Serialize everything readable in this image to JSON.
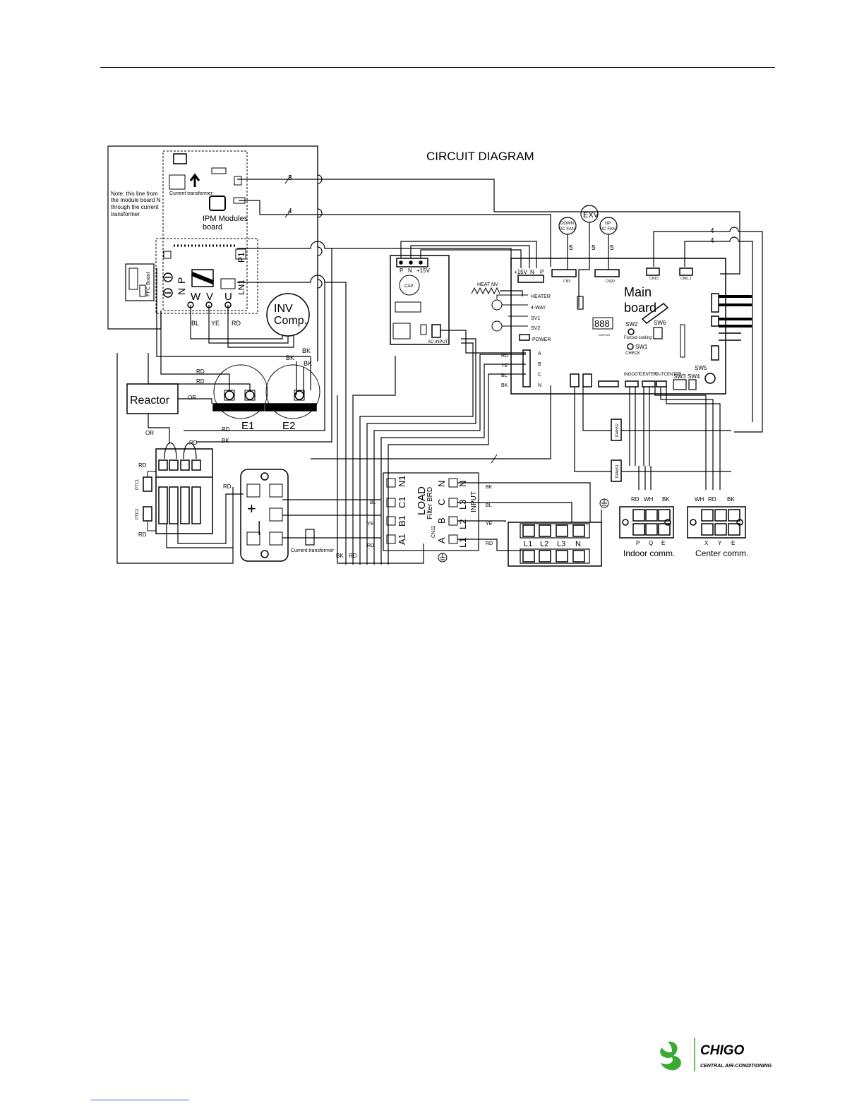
{
  "diagram": {
    "title": "CIRCUIT DIAGRAM",
    "note": [
      "Note: this line from",
      "the module board N",
      "through the current",
      "transformer"
    ],
    "ipm_board": {
      "label": [
        "IPM Modules",
        "board"
      ],
      "current_transformer": "Current transformer",
      "terminals_top": [
        "N",
        "P",
        "LN1",
        "P1"
      ],
      "phases": [
        "W",
        "V",
        "U"
      ],
      "pfc_board": "PFC Board",
      "wire_labels": [
        "BL",
        "YE",
        "RD"
      ]
    },
    "compressor": [
      "INV",
      "Comp."
    ],
    "reactor": "Reactor",
    "e_terminals": [
      "E1",
      "E2"
    ],
    "power_module": {
      "labels": [
        "P",
        "N",
        "+15V"
      ],
      "cap": "CAP",
      "ac_input": "AC-INPUT"
    },
    "heat_nv": "HEAT NV",
    "main_board": {
      "label": [
        "Main",
        "board"
      ],
      "outputs": [
        "HEATER",
        "4-WAY",
        "SV1",
        "SV2",
        "POWER"
      ],
      "power_terminals": [
        "A",
        "B",
        "C",
        "N"
      ],
      "top_pins": [
        "+15V",
        "N",
        "P"
      ],
      "connectors": [
        "CN3",
        "CN20",
        "CN15",
        "CN8_1"
      ],
      "switches": {
        "sw2": "SW2",
        "sw2_desc": "Forced cooling",
        "sw1": "SW1",
        "sw1_desc": "CHECK",
        "sw6": "SW6",
        "sw3": "SW3",
        "sw4": "SW4",
        "sw5": "SW5"
      },
      "comm_labels": [
        "INDOOT",
        "CENTER",
        "OUTCENTER"
      ],
      "display": "DISPLAY"
    },
    "fans": {
      "down": [
        "DOWN",
        "DC FAN"
      ],
      "exv": "EXV",
      "up": [
        "UP",
        "DC FAN"
      ]
    },
    "wire_counts": [
      "3",
      "4",
      "5",
      "5",
      "5",
      "4",
      "4"
    ],
    "filter_board": {
      "load": "LOAD",
      "filter": "Filter BRD",
      "input": "INPUT",
      "cn": "CN11",
      "left_terminals": [
        "N1",
        "C1",
        "B1",
        "A1"
      ],
      "load_phases": [
        "N",
        "C",
        "B",
        "A"
      ],
      "input_terminals": [
        "N",
        "L3",
        "L2",
        "L1"
      ]
    },
    "rectifier": [
      "+",
      "—"
    ],
    "terminal_block": [
      "L1",
      "L2",
      "L3",
      "N"
    ],
    "current_transformer_bottom": "Current transformer",
    "ptc": [
      "PTC1",
      "PTC2"
    ],
    "trans": [
      "TRANS2",
      "TRANS1"
    ],
    "wire_colors": {
      "rd": "RD",
      "bk": "BK",
      "bl": "BL",
      "ye": "YE",
      "or": "OR",
      "wh": "WH"
    },
    "comm": {
      "indoor_letters": [
        "P",
        "Q",
        "E"
      ],
      "center_letters": [
        "X",
        "Y",
        "E"
      ],
      "indoor_wires": [
        "RD",
        "WH",
        "BK"
      ],
      "center_wires": [
        "WH",
        "RD",
        "BK"
      ],
      "indoor_label": "Indoor comm.",
      "center_label": "Center comm."
    }
  },
  "logo": {
    "brand": "CHIGO",
    "tagline": "CENTRAL AIR-CONDITIONING",
    "color": "#3aaa35"
  }
}
